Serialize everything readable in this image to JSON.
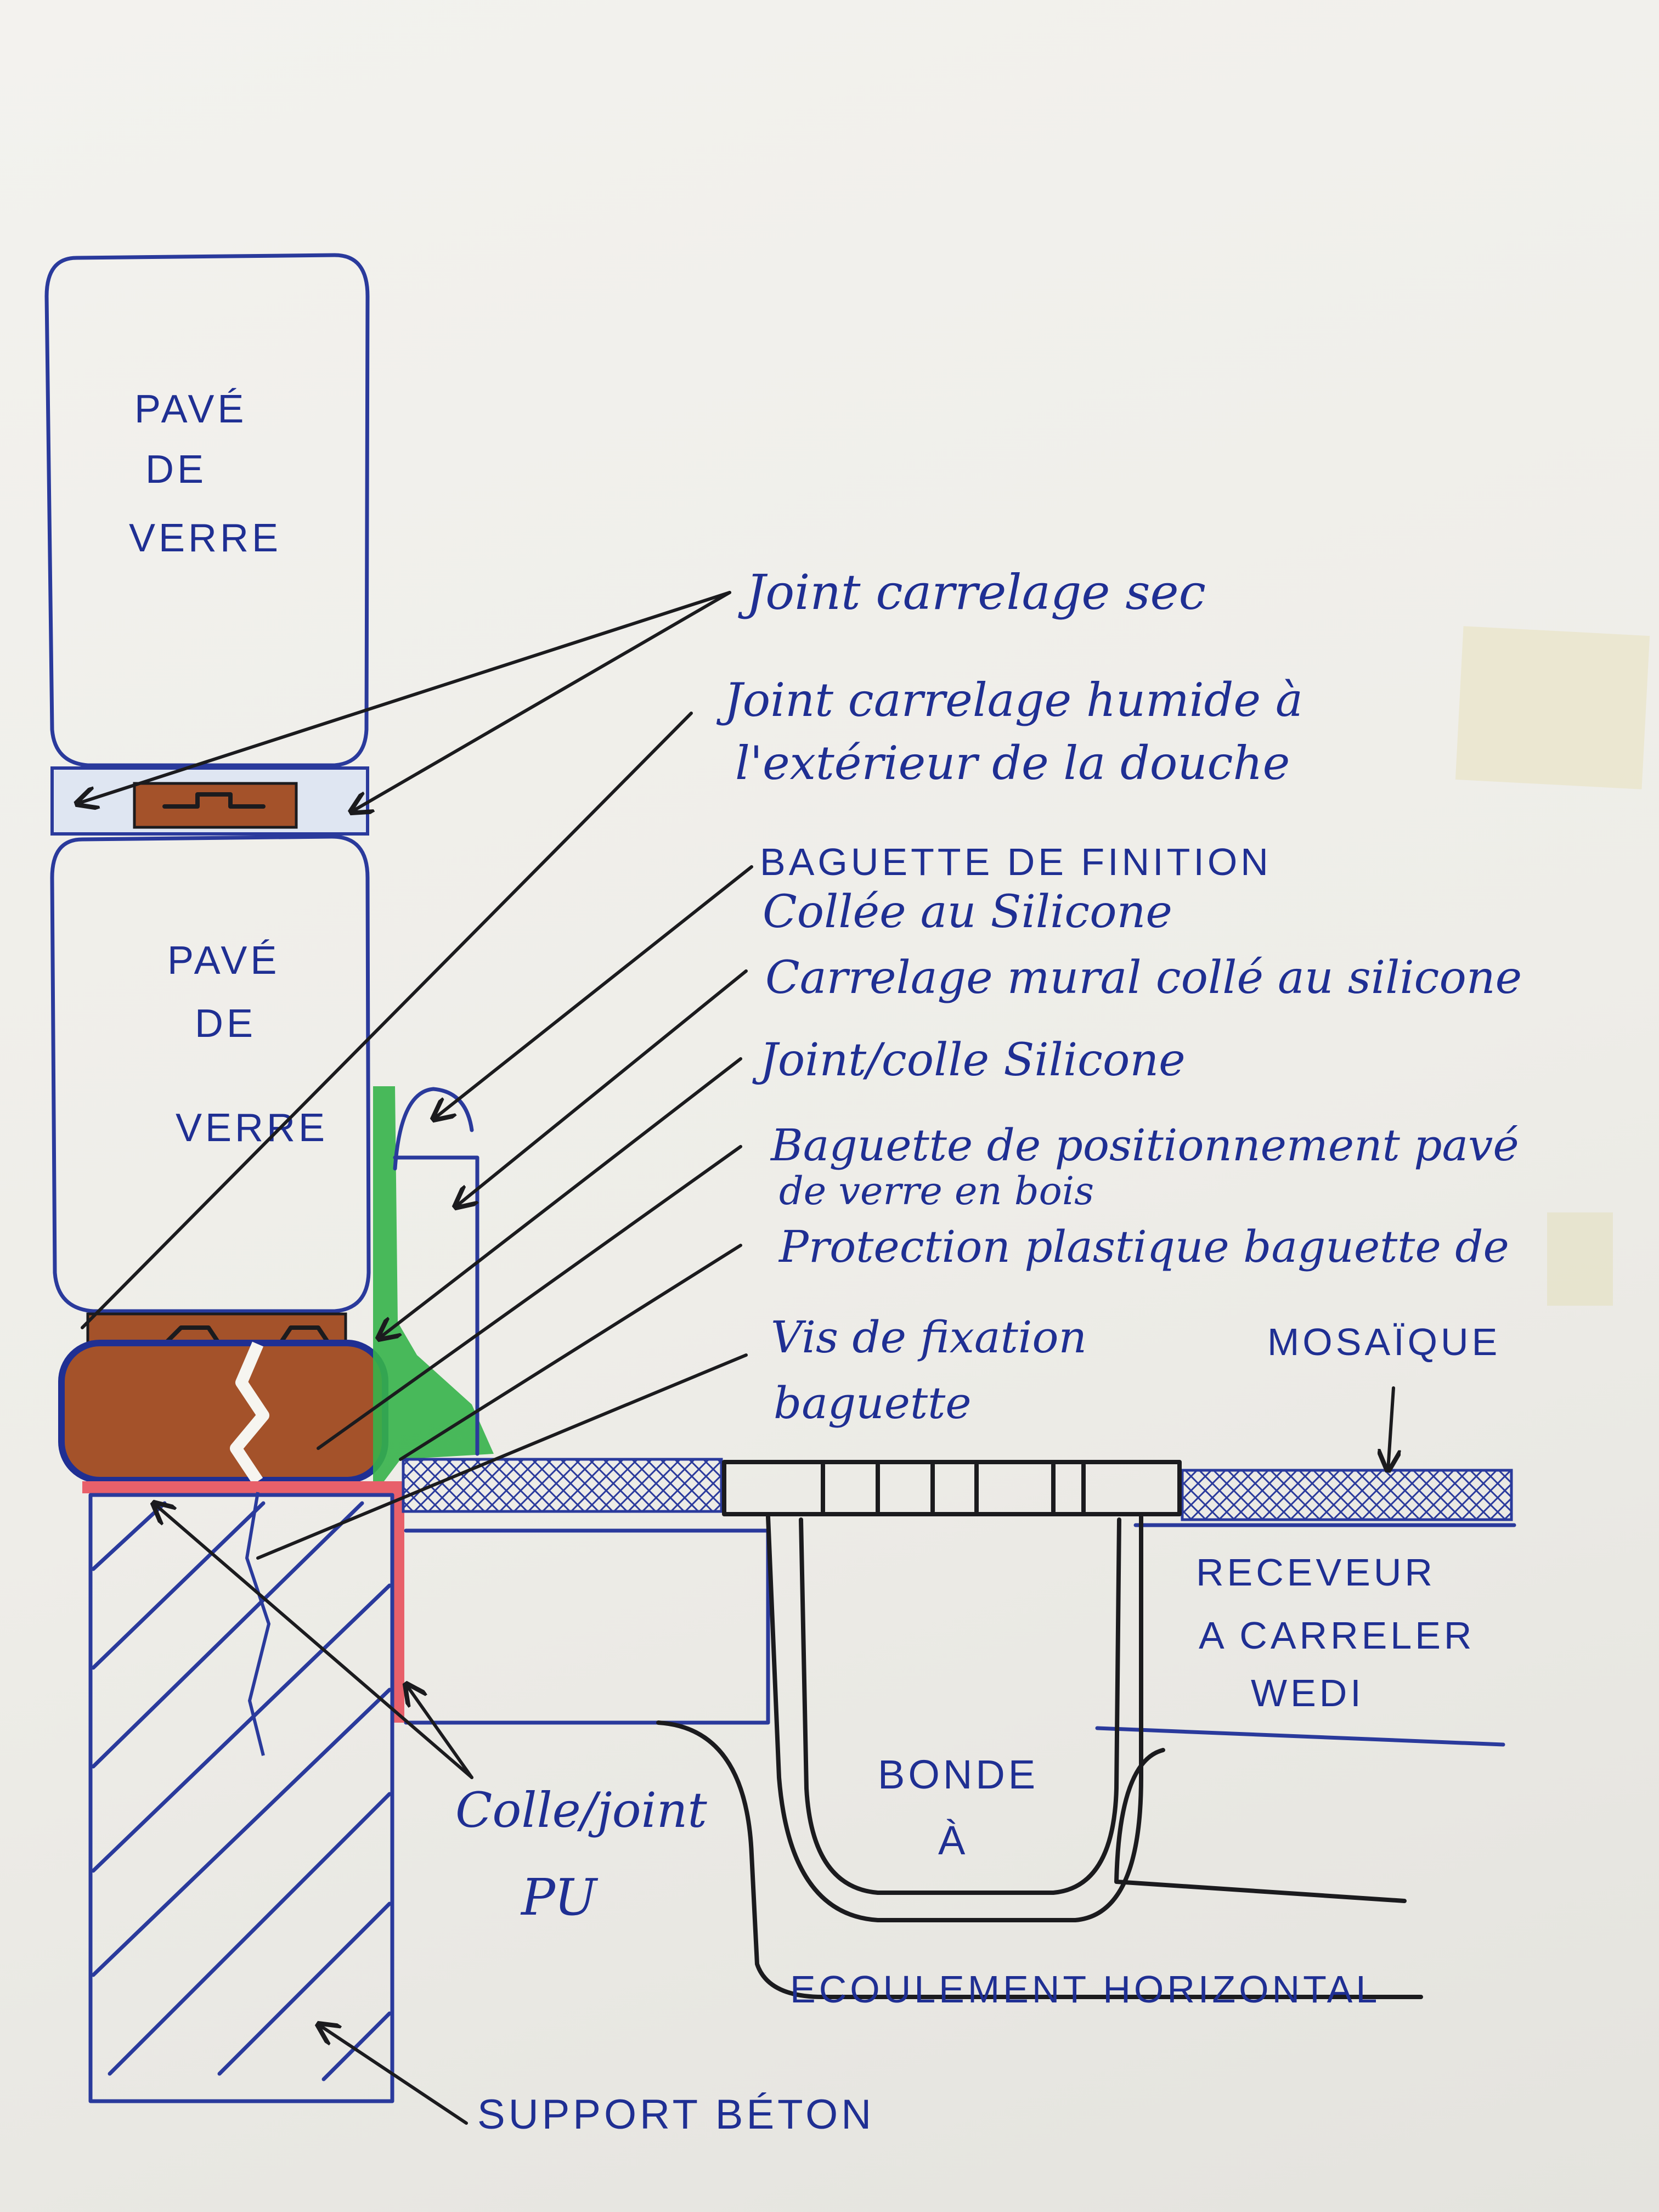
{
  "blocks": {
    "upper": "PAVÉ DE VERRE",
    "lower": "PAVÉ DE VERRE"
  },
  "labels": {
    "joint_sec": "Joint carrelage sec",
    "joint_humide_1": "Joint carrelage humide à",
    "joint_humide_2": "l'extérieur de la douche",
    "baguette_finition_1": "BAGUETTE DE FINITION",
    "baguette_finition_2": "Collée au Silicone",
    "carrelage_mural": "Carrelage mural collé au silicone",
    "joint_silicone": "Joint/colle Silicone",
    "baguette_positionnement_1": "Baguette de positionnement pavé",
    "baguette_positionnement_2": "de verre en bois",
    "protection_plastique": "Protection plastique baguette de",
    "vis_1": "Vis de fixation",
    "vis_2": "baguette",
    "mosaique": "MOSAÏQUE",
    "receveur_1": "RECEVEUR",
    "receveur_2": "A CARRELER",
    "receveur_3": "WEDI",
    "bonde_1": "BONDE",
    "bonde_2": "À",
    "ecoulement": "ECOULEMENT HORIZONTAL",
    "colle_pu_1": "Colle/joint",
    "colle_pu_2": "PU",
    "support": "SUPPORT BÉTON"
  },
  "colors": {
    "ink_blue": "#1f2f93",
    "ink_black": "#1b1b1e",
    "wood_brown": "#a4522a",
    "silicone_green": "#35b24a",
    "pu_red": "#e8606a",
    "paper": "#f1f0ec"
  }
}
